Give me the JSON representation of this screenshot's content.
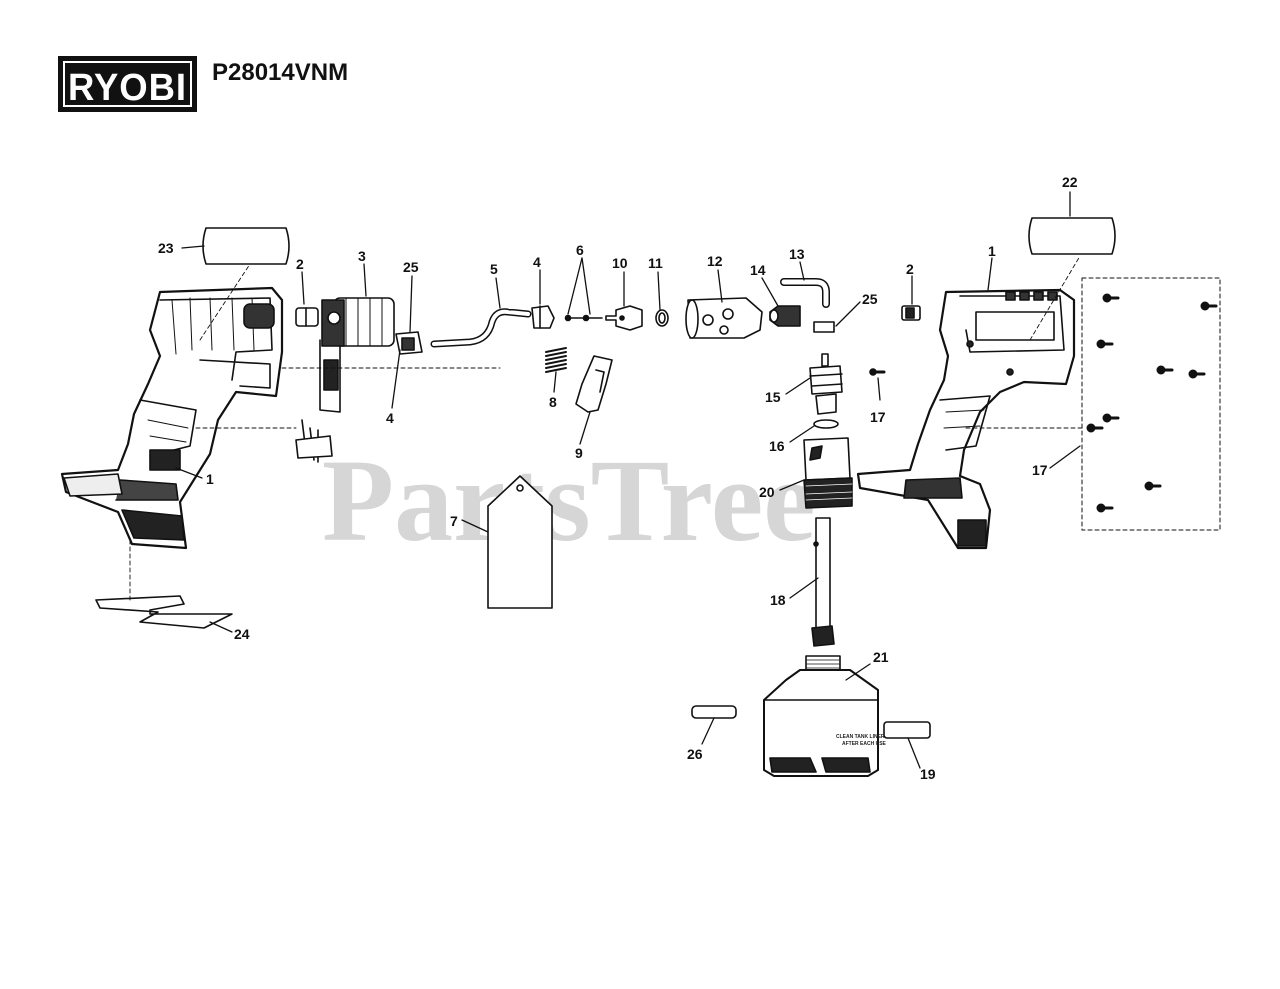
{
  "header": {
    "brand": "RYOBI",
    "model": "P28014VNM"
  },
  "watermark": "PartsTree",
  "tank_label": [
    "CLEAN TANK LINER",
    "AFTER EACH USE"
  ],
  "callouts": {
    "c1_left": "1",
    "c1_right": "1",
    "c2_left": "2",
    "c2_right": "2",
    "c3": "3",
    "c4_top": "4",
    "c4_bottom": "4",
    "c5": "5",
    "c6": "6",
    "c7": "7",
    "c8": "8",
    "c9": "9",
    "c10": "10",
    "c11": "11",
    "c12": "12",
    "c13": "13",
    "c14": "14",
    "c15": "15",
    "c16": "16",
    "c17_a": "17",
    "c17_b": "17",
    "c18": "18",
    "c19": "19",
    "c20": "20",
    "c21": "21",
    "c22": "22",
    "c23": "23",
    "c24": "24",
    "c25_a": "25",
    "c25_b": "25",
    "c26": "26"
  }
}
